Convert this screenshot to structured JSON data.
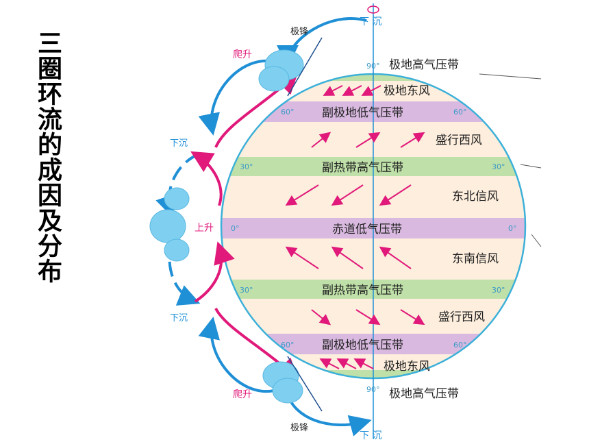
{
  "title": "三圈环流的成因及分布",
  "colors": {
    "belt_pressure_low": "#d9b9e0",
    "belt_pressure_high": "#bfe0a8",
    "zone": "#fdeedd",
    "globe_edge": "#3cb0d9",
    "arrow_pink": "#e0197a",
    "arrow_blue": "#1f8fd6",
    "cloud": "#7ecff0"
  },
  "belts": [
    {
      "label": "极地高气压带",
      "lat": "90°"
    },
    {
      "label": "副极地低气压带",
      "lat": "60°"
    },
    {
      "label": "副热带高气压带",
      "lat": "30°"
    },
    {
      "label": "赤道低气压带",
      "lat": "0°"
    },
    {
      "label": "副热带高气压带",
      "lat": "30°"
    },
    {
      "label": "副极地低气压带",
      "lat": "60°"
    },
    {
      "label": "极地高气压带",
      "lat": "90°"
    }
  ],
  "winds": [
    "极地东风",
    "盛行西风",
    "东北信风",
    "东南信风",
    "盛行西风",
    "极地东风"
  ],
  "labels": {
    "rise_climb": "爬升",
    "polar_front": "极锋",
    "sink": "下沉",
    "sink_top": "下 沉",
    "rise": "上升"
  }
}
